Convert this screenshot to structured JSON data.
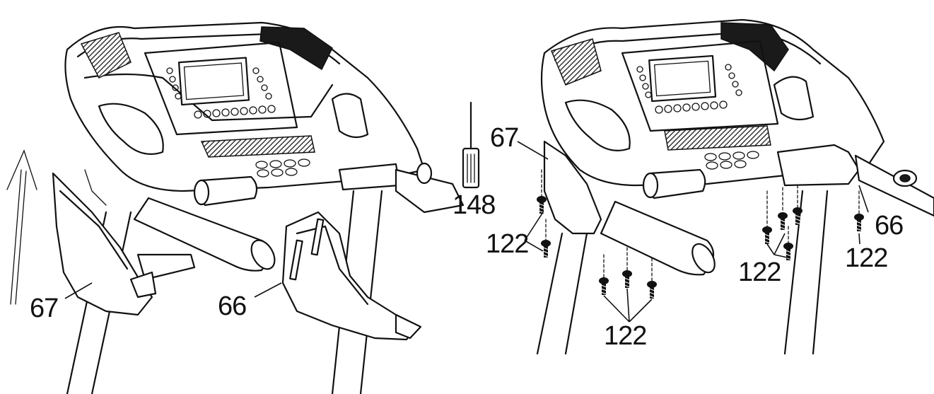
{
  "panels": [
    {
      "labels": {
        "part_67": "67",
        "part_66": "66",
        "part_148": "148"
      }
    },
    {
      "labels": {
        "part_67": "67",
        "part_66": "66",
        "screws_left": "122",
        "screws_bottom": "122",
        "screws_right_group": "122",
        "screws_right": "122"
      }
    }
  ]
}
